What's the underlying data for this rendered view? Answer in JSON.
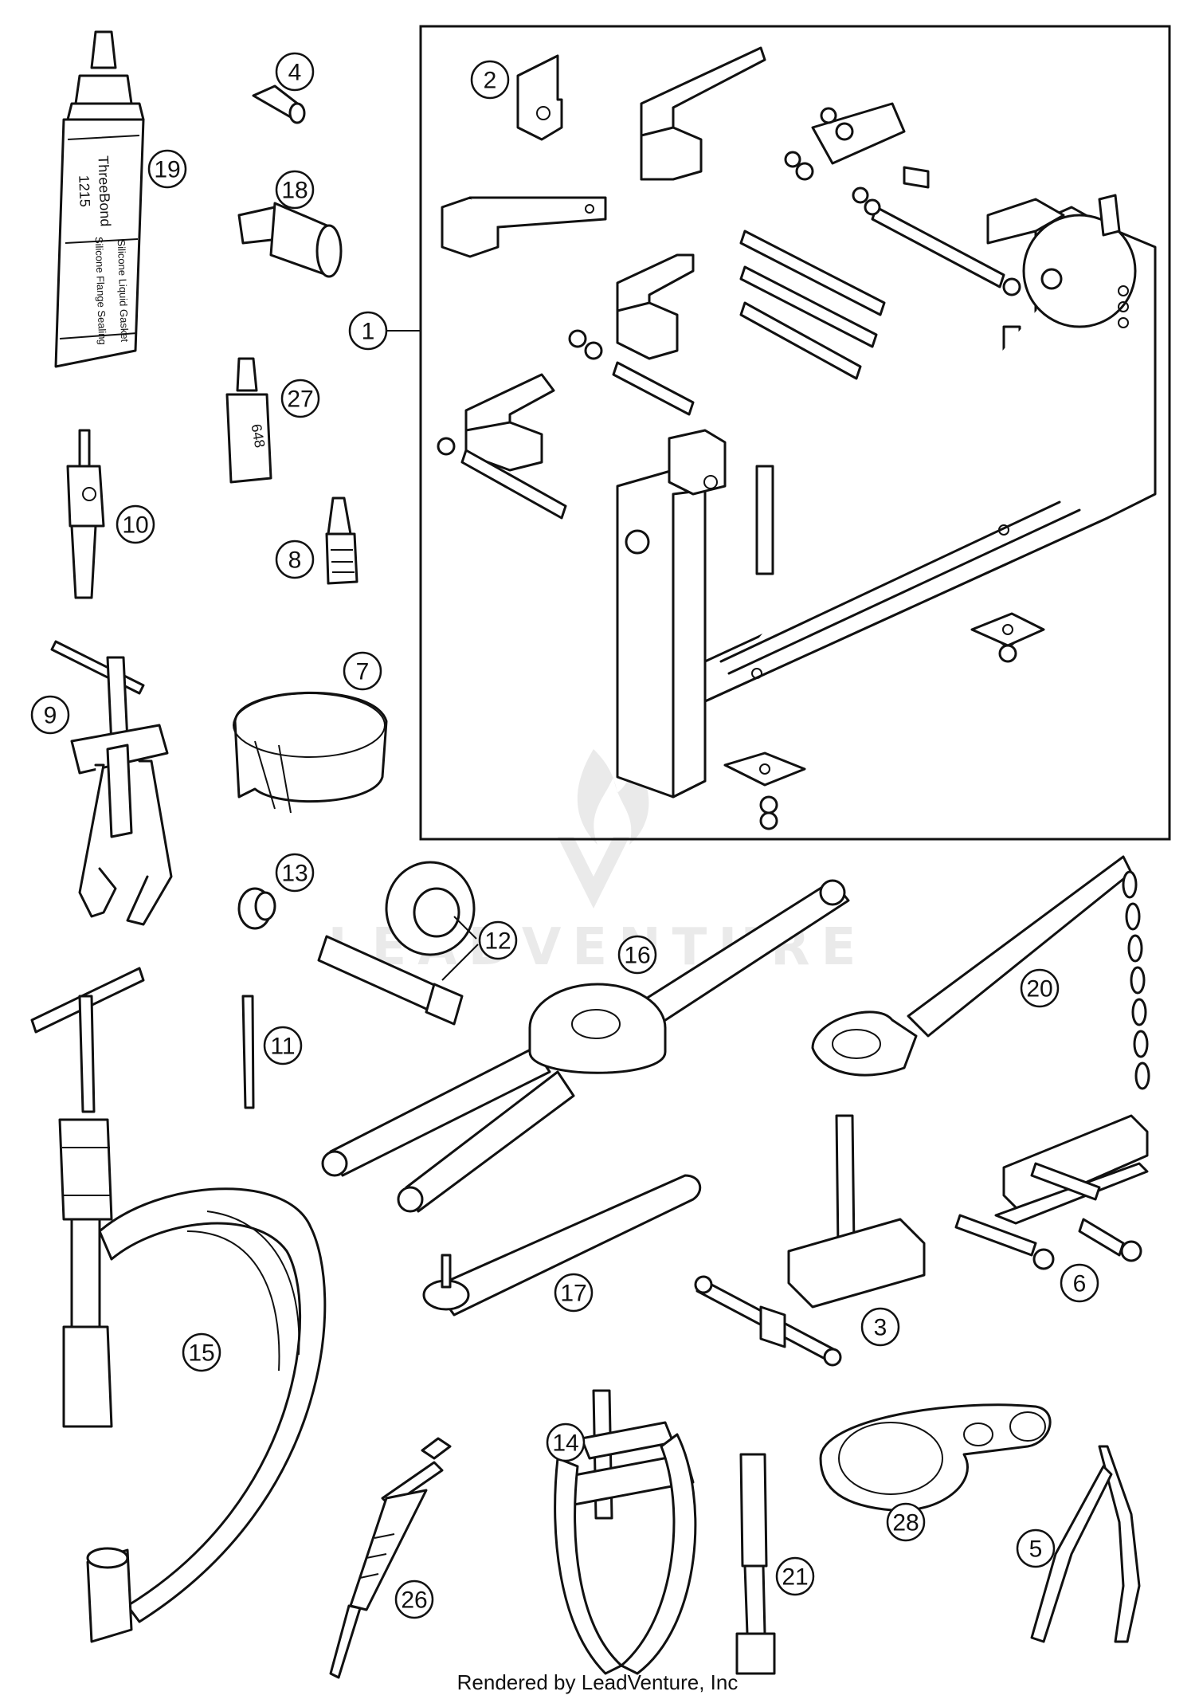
{
  "watermark": {
    "text": "LEADVENTURE"
  },
  "footer": {
    "credit": "Rendered by LeadVenture, Inc"
  },
  "tube_label": {
    "brand": "ThreeBond",
    "code": "1215",
    "line1": "Silicone Liquid Gasket",
    "line2": "Silicone Flange Sealing"
  },
  "bottle_label": {
    "code": "648"
  },
  "callouts": [
    {
      "id": "c1",
      "text": "1"
    },
    {
      "id": "c2",
      "text": "2"
    },
    {
      "id": "c3",
      "text": "3"
    },
    {
      "id": "c4",
      "text": "4"
    },
    {
      "id": "c5",
      "text": "5"
    },
    {
      "id": "c6",
      "text": "6"
    },
    {
      "id": "c7",
      "text": "7"
    },
    {
      "id": "c8",
      "text": "8"
    },
    {
      "id": "c9",
      "text": "9"
    },
    {
      "id": "c10",
      "text": "10"
    },
    {
      "id": "c11",
      "text": "11"
    },
    {
      "id": "c12",
      "text": "12"
    },
    {
      "id": "c13",
      "text": "13"
    },
    {
      "id": "c14",
      "text": "14"
    },
    {
      "id": "c15",
      "text": "15"
    },
    {
      "id": "c16",
      "text": "16"
    },
    {
      "id": "c17",
      "text": "17"
    },
    {
      "id": "c18",
      "text": "18"
    },
    {
      "id": "c19",
      "text": "19"
    },
    {
      "id": "c20",
      "text": "20"
    },
    {
      "id": "c21",
      "text": "21"
    },
    {
      "id": "c26",
      "text": "26"
    },
    {
      "id": "c27",
      "text": "27"
    },
    {
      "id": "c28",
      "text": "28"
    }
  ]
}
